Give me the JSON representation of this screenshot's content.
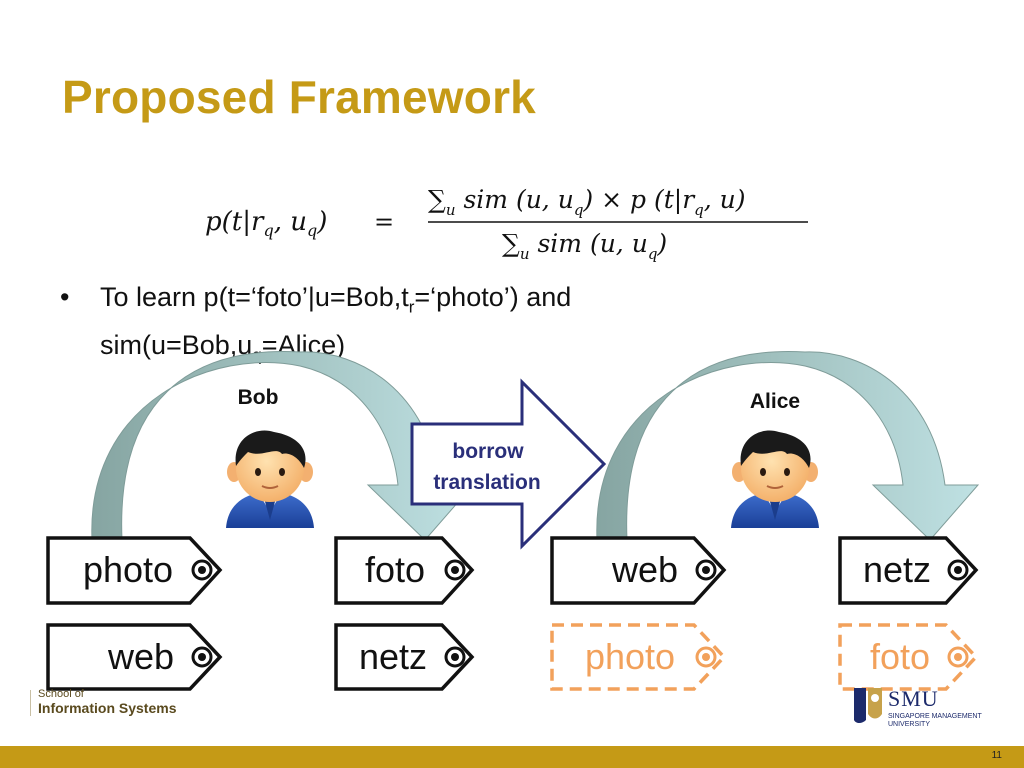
{
  "title": "Proposed Framework",
  "formula": {
    "lhs": "p(t|r_q, u_q)",
    "equals": "=",
    "numerator": "Σ_u sim(u, u_q) × p(t|r_q, u)",
    "denominator": "Σ_u sim(u, u_q)"
  },
  "bullet": {
    "marker": "•",
    "line1_a": "To learn p(t=‘foto’|u=Bob,t",
    "line1_sub": "r",
    "line1_b": "=‘photo’) and",
    "line2_a": "sim(u=Bob,u",
    "line2_sub": "q",
    "line2_b": "=Alice)"
  },
  "users": {
    "left_name": "Bob",
    "right_name": "Alice"
  },
  "borrow_arrow": {
    "line1": "borrow",
    "line2": "translation"
  },
  "tags": {
    "bob_source": [
      "photo",
      "web"
    ],
    "bob_target": [
      "foto",
      "netz"
    ],
    "alice_source": [
      "web",
      "photo"
    ],
    "alice_target": [
      "netz",
      "foto"
    ]
  },
  "footer": {
    "school_line1": "School of",
    "school_line2": "Information Systems",
    "smu_name": "SMU",
    "smu_sub_line1": "SINGAPORE MANAGEMENT",
    "smu_sub_line2": "UNIVERSITY",
    "page_number": "11"
  },
  "colors": {
    "title": "#C59A16",
    "arrow_navy": "#2a2f7a",
    "curve_dark": "#8fadaa",
    "curve_light": "#b9dcdd",
    "tag_dashed": "#f2a15b",
    "footer_bar": "#C59A16"
  }
}
